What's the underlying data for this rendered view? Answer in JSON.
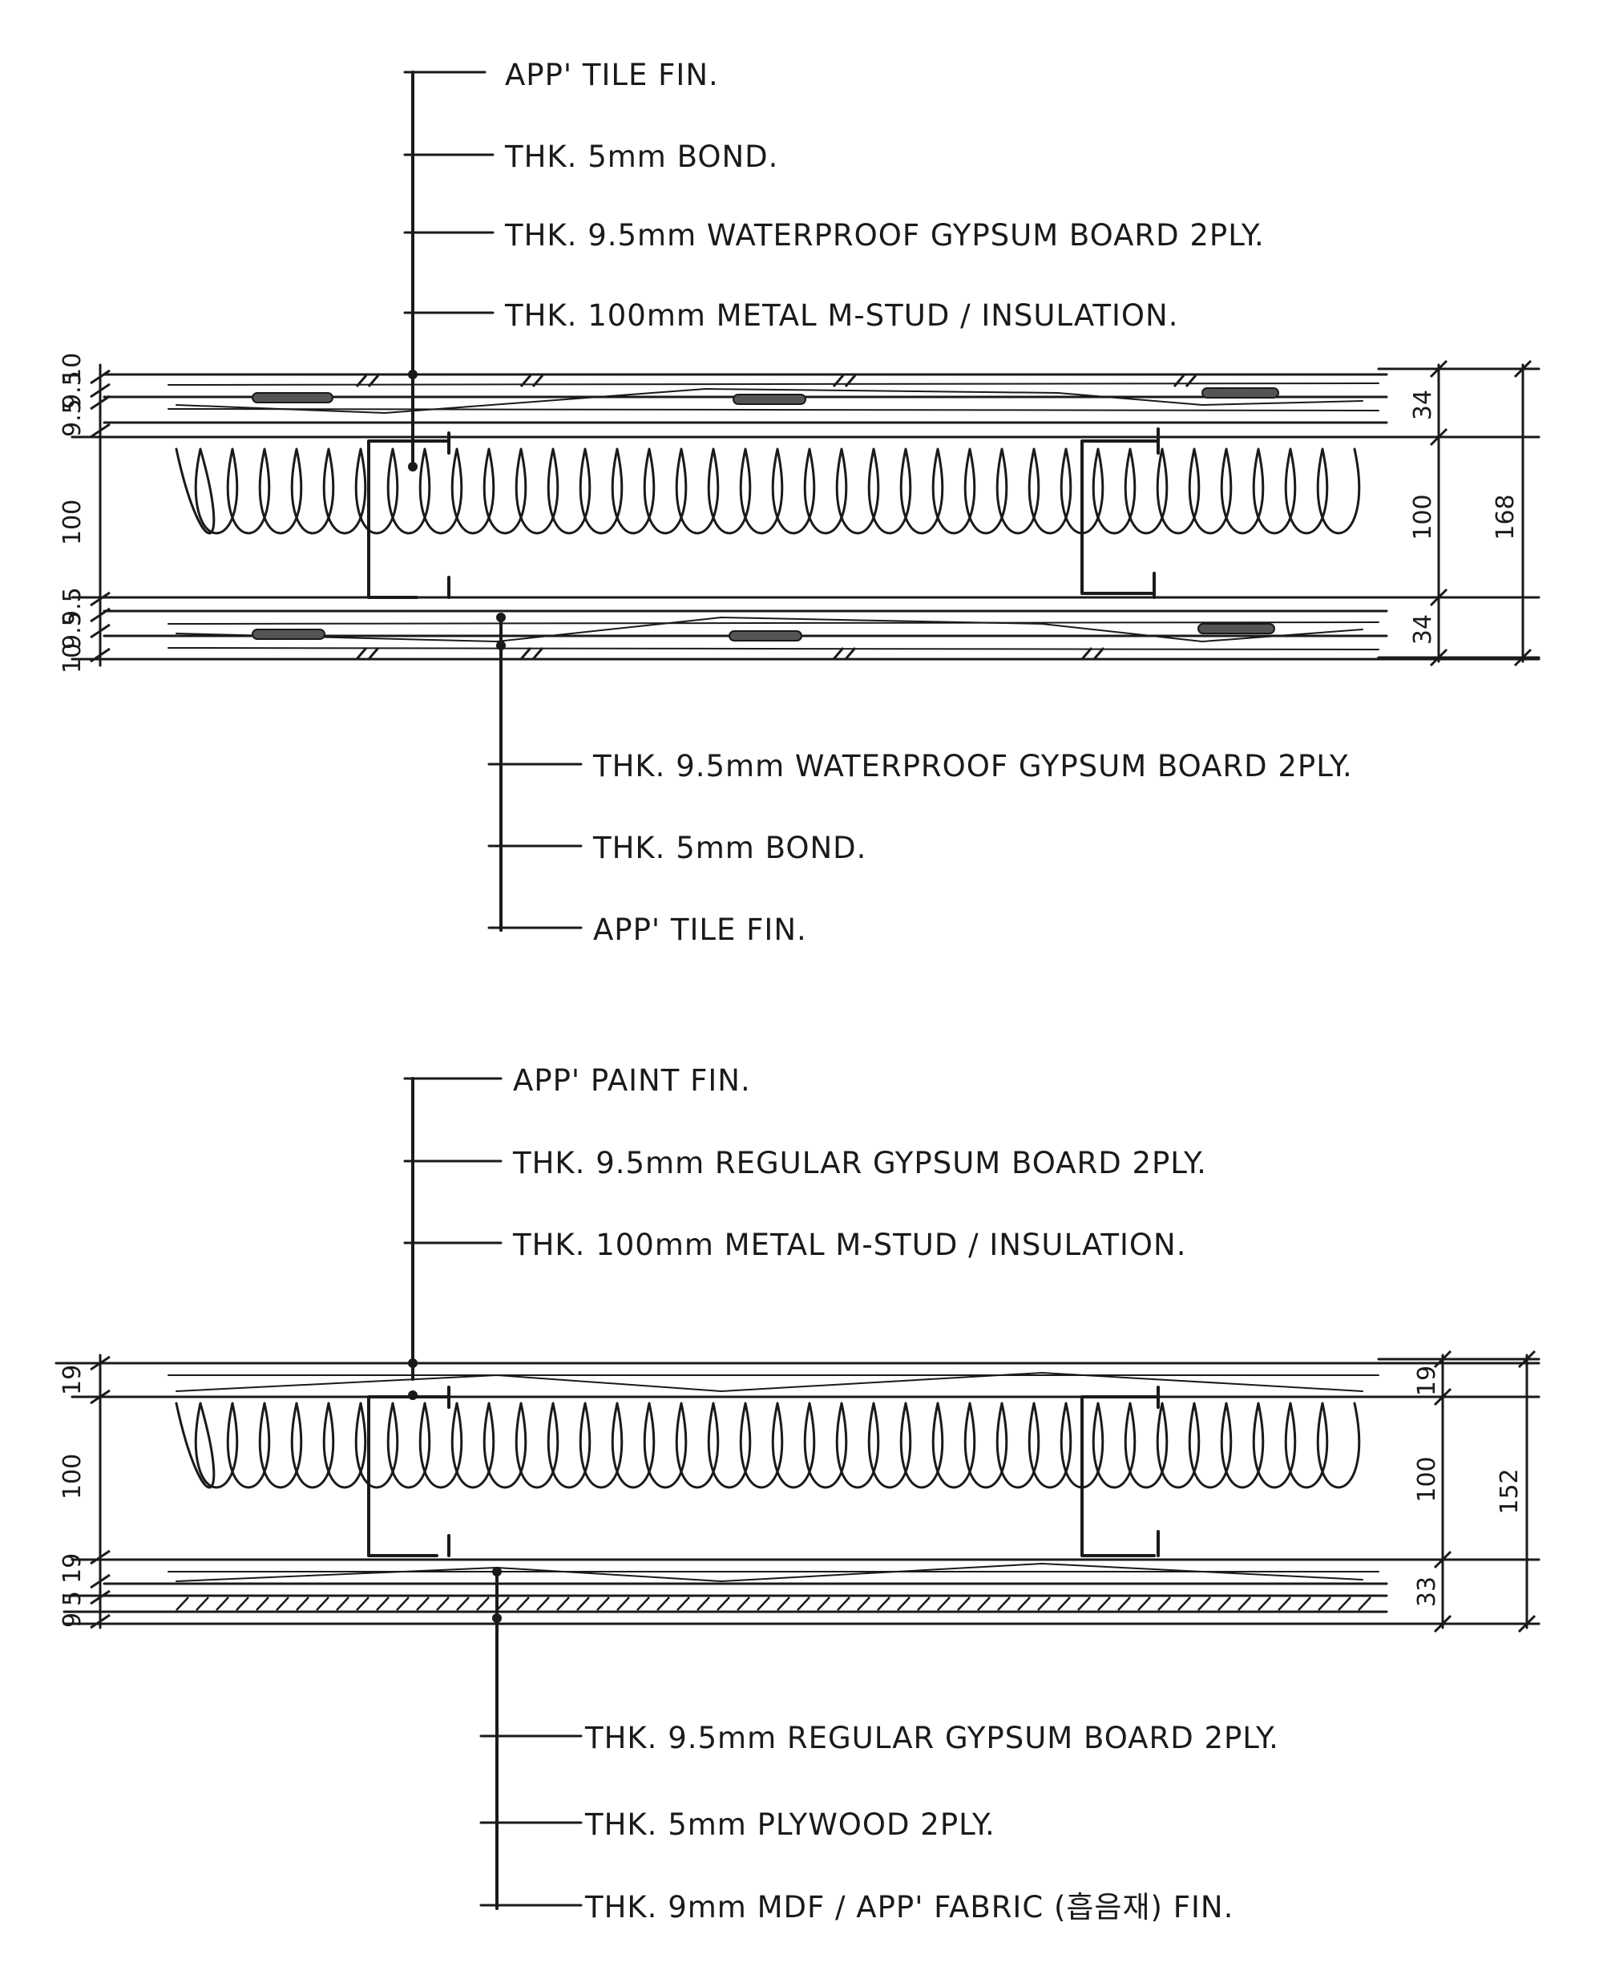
{
  "wall_1": {
    "notes_exterior": [
      "APP' TILE FIN.",
      "THK. 5mm BOND.",
      "THK. 9.5mm WATERPROOF GYPSUM BOARD 2PLY.",
      "THK. 100mm METAL M-STUD / INSULATION."
    ],
    "notes_interior": [
      "THK. 9.5mm WATERPROOF GYPSUM BOARD 2PLY.",
      "THK. 5mm BOND.",
      "APP' TILE FIN."
    ],
    "dims_left": [
      "10",
      "9.5",
      "9.5",
      "100",
      "9.5",
      "9.5",
      "10"
    ],
    "dims_right": [
      "34",
      "100",
      "34"
    ],
    "dim_total": "168"
  },
  "wall_2": {
    "notes_exterior": [
      "APP' PAINT FIN.",
      "THK. 9.5mm REGULAR GYPSUM BOARD 2PLY.",
      "THK. 100mm METAL M-STUD / INSULATION."
    ],
    "notes_interior": [
      "THK. 9.5mm REGULAR GYPSUM BOARD 2PLY.",
      "THK. 5mm PLYWOOD 2PLY.",
      "THK. 9mm MDF / APP' FABRIC (흡음재) FIN."
    ],
    "dims_left": [
      "19",
      "100",
      "19",
      "5",
      "9"
    ],
    "dims_right": [
      "19",
      "100",
      "33"
    ],
    "dim_total": "152"
  }
}
